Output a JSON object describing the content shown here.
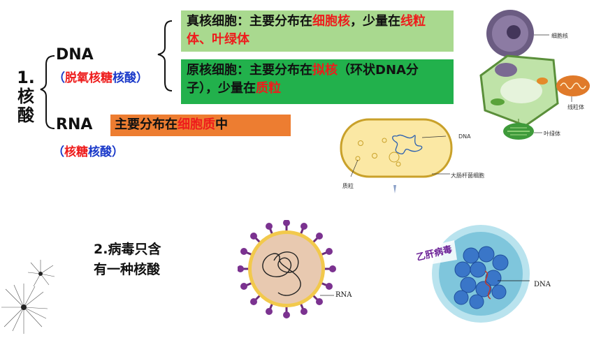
{
  "title": {
    "num": "1.",
    "chars": [
      "核",
      "酸"
    ]
  },
  "dna": {
    "label": "DNA",
    "sub": {
      "open": "（",
      "p1": "脱氧核糖",
      "p2": "核酸",
      "close": "）"
    }
  },
  "rna": {
    "label": "RNA",
    "sub": {
      "open": "（",
      "p1": "核糖",
      "p2": "核酸",
      "close": "）"
    }
  },
  "eukaryote": {
    "t1": "真核细胞：主要分布在",
    "r1": "细胞核",
    "t2": "，少量在",
    "r2": "线粒体、叶绿体"
  },
  "prokaryote": {
    "t1": "原核细胞：主要分布在",
    "r1": "拟核",
    "t2": "（环状DNA分子），少量在",
    "r2": "质粒"
  },
  "rna_box": {
    "t1": "主要分布在",
    "r1": "细胞质",
    "t2": "中"
  },
  "virus": {
    "line1": "2.病毒只含",
    "line2": "有一种核酸"
  },
  "plant_cell_labels": {
    "nucleus": "细胞核",
    "mito": "线粒体",
    "chloro": "叶绿体"
  },
  "bacteria_labels": {
    "dna": "DNA",
    "plasmid": "质粒",
    "ecoli": "大肠杆菌细胞"
  },
  "virus_labels": {
    "rna": "RNA",
    "hbv": "乙肝病毒",
    "dna": "DNA"
  },
  "colors": {
    "red": "#ee1c1c",
    "blue": "#1a39c9",
    "light_green": "#a9d98f",
    "green": "#22b14c",
    "orange": "#ed7d31"
  }
}
